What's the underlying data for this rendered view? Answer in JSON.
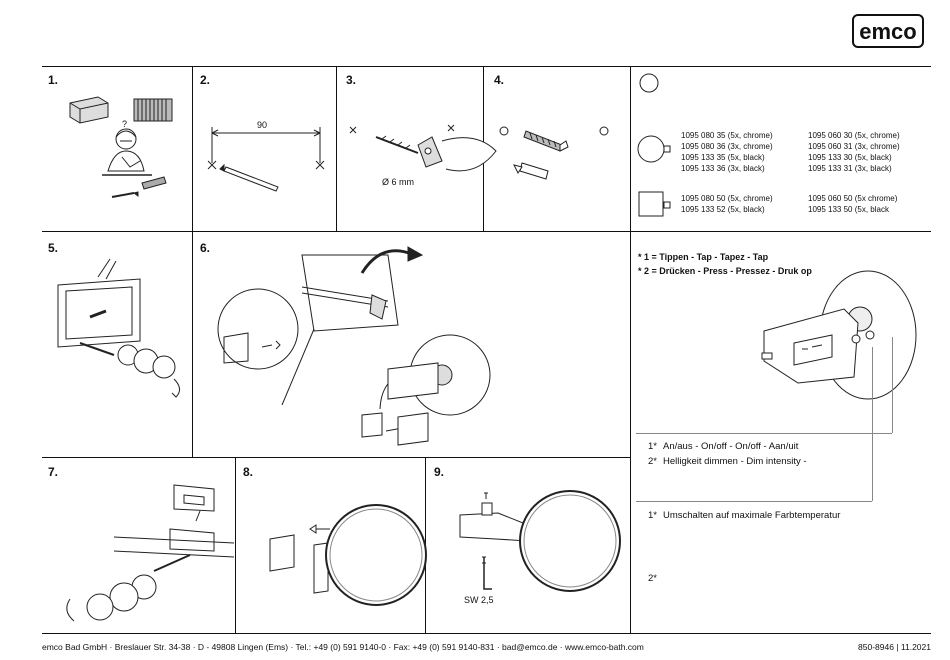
{
  "brand": "emco",
  "steps": [
    {
      "label": "1."
    },
    {
      "label": "2."
    },
    {
      "label": "3."
    },
    {
      "label": "4."
    },
    {
      "label": "5."
    },
    {
      "label": "6."
    },
    {
      "label": "7."
    },
    {
      "label": "8."
    },
    {
      "label": "9."
    }
  ],
  "step1": {
    "question_mark": "?"
  },
  "step2": {
    "dimension": "90"
  },
  "step3": {
    "drill_size": "Ø 6 mm"
  },
  "step9": {
    "wrench_size": "SW 2,5"
  },
  "variants": {
    "round": {
      "left": [
        "1095 080 35  (5x, chrome)",
        "1095 080 36  (3x, chrome)",
        "1095 133 35  (5x, black)",
        "1095 133 36  (3x, black)"
      ],
      "right": [
        "1095 060 30  (5x, chrome)",
        "1095 060 31  (3x, chrome)",
        "1095 133 30  (5x, black)",
        "1095 133 31  (3x, black)"
      ]
    },
    "square": {
      "left": [
        "1095 080 50  (5x, chrome)",
        "1095 133 52  (5x, black)"
      ],
      "right": [
        "1095 060 50  (5x chrome)",
        "1095 133 50  (5x, black"
      ]
    }
  },
  "legend": {
    "line1": "* 1 = Tippen - Tap - Tapez - Tap",
    "line2": "* 2 = Drücken - Press - Pressez - Druk op"
  },
  "notes": {
    "n1_marker": "1*",
    "n1_text": "An/aus  -  On/off  -  On/off  -  Aan/uit",
    "n2_marker": "2*",
    "n2_text": "Helligkeit dimmen - Dim intensity -",
    "n3_marker": "1*",
    "n3_text": "Umschalten auf maximale Farbtemperatur",
    "n4_marker": "2*"
  },
  "footer": {
    "address": "emco Bad GmbH  ·  Breslauer Str. 34-38  ·  D - 49808 Lingen (Ems)  ·  Tel.: +49 (0) 591 9140-0  ·  Fax: +49 (0) 591 9140-831  ·  bad@emco.de  ·  www.emco-bath.com",
    "doc_id": "850-8946 | 11.2021"
  }
}
